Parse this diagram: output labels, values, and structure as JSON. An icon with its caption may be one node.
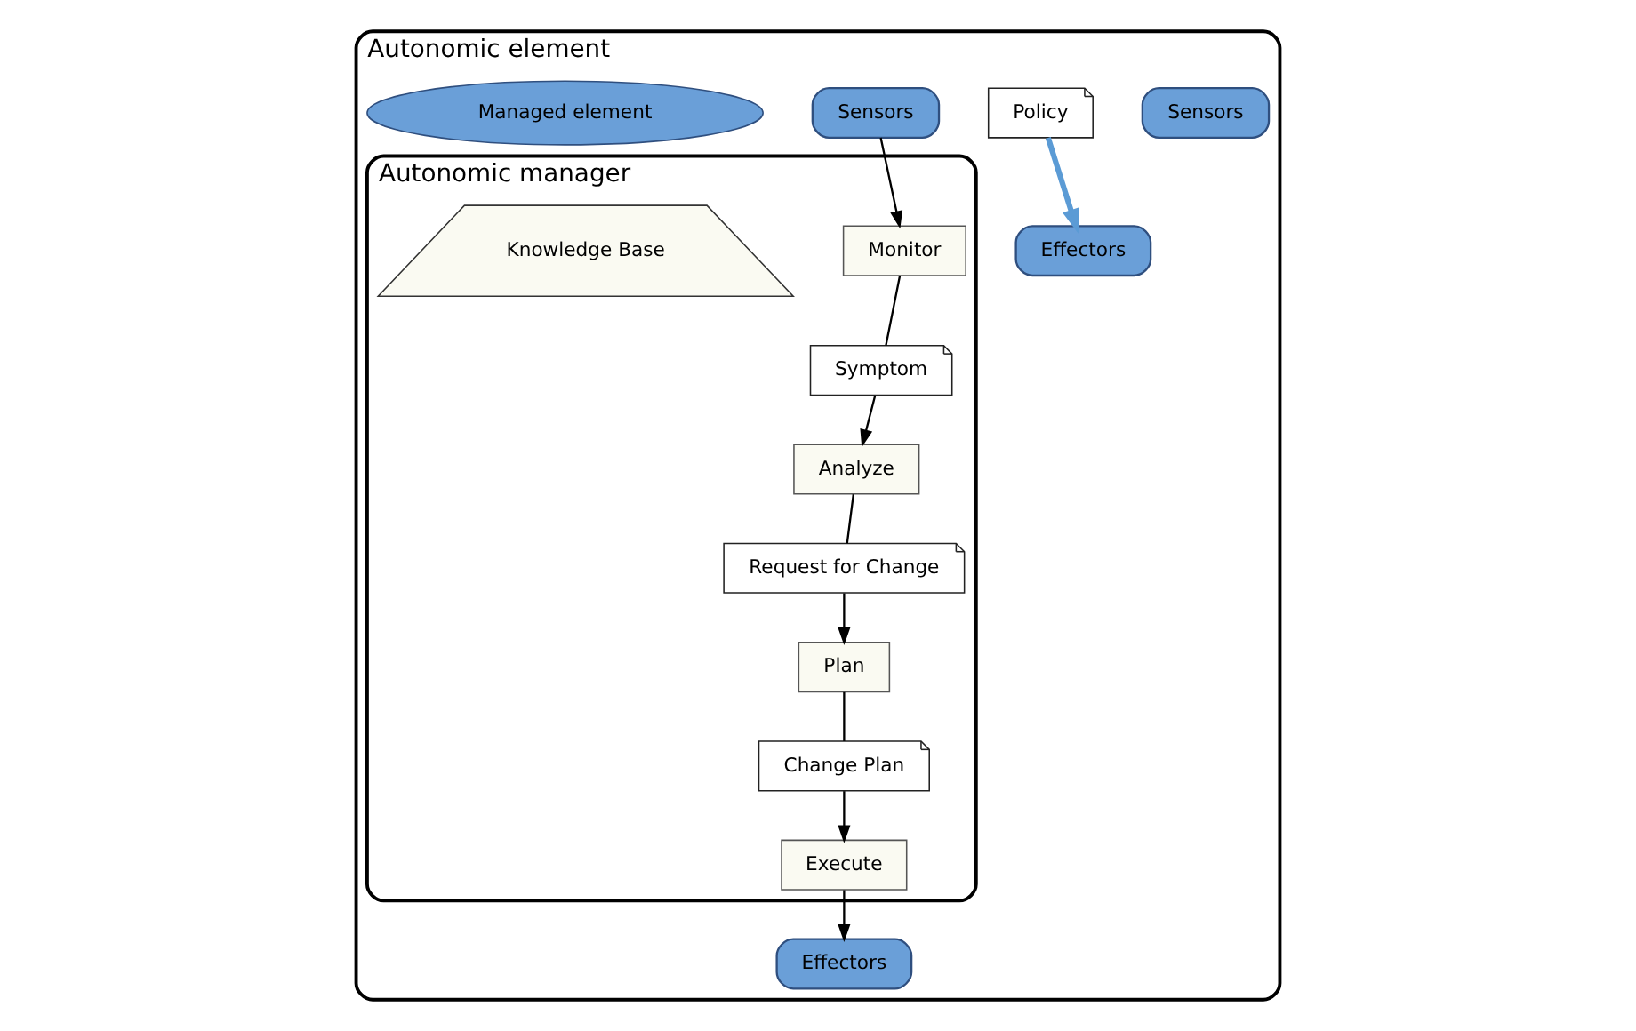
{
  "diagram": {
    "nodes": [
      {
        "text": [
          "Autonomic element"
        ]
      },
      {
        "text": [
          "Sensors"
        ],
        "in": 0
      },
      {
        "text": [
          "Effectors"
        ],
        "in": 0
      },
      {
        "text": [
          "Policy"
        ],
        "in": 0
      },
      {
        "text": [
          "Autonomic manager"
        ],
        "in": 0
      },
      {
        "text": [
          "Analyze"
        ],
        "in": 4
      },
      {
        "text": [
          "Plan"
        ],
        "in": 4
      },
      {
        "text": [
          "Monitor"
        ],
        "in": 4
      },
      {
        "text": [
          "Execute"
        ],
        "in": 4
      },
      {
        "text": [
          "Knowledge Base"
        ],
        "in": 4
      },
      {
        "text": [
          "Symptom"
        ],
        "in": 4
      },
      {
        "text": [
          "Request for Change"
        ],
        "in": 4
      },
      {
        "text": [
          "Change Plan"
        ],
        "in": 4
      },
      {
        "text": [
          "Sensors"
        ],
        "in": 0
      },
      {
        "text": [
          "Effectors"
        ],
        "in": 0
      },
      {
        "text": [
          "Managed element"
        ],
        "in": 0
      }
    ],
    "edges": [
      {
        "from": 3,
        "to": 2,
        "arrow": "to",
        "style": "thick",
        "color": "#5b9bd5"
      },
      {
        "from": 7,
        "to": 10,
        "arrow": "none"
      },
      {
        "from": 10,
        "to": 5,
        "arrow": "to"
      },
      {
        "from": 5,
        "to": 11,
        "arrow": "none"
      },
      {
        "from": 11,
        "to": 6,
        "arrow": "to"
      },
      {
        "from": 6,
        "to": 12,
        "arrow": "none"
      },
      {
        "from": 12,
        "to": 8,
        "arrow": "to"
      },
      {
        "from": 13,
        "to": 7,
        "arrow": "to"
      },
      {
        "from": 8,
        "to": 14,
        "arrow": "to"
      }
    ]
  }
}
